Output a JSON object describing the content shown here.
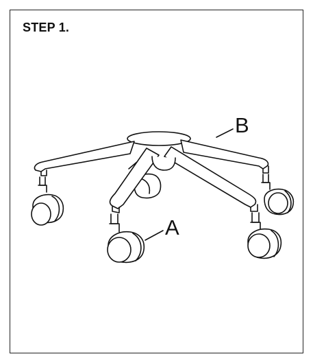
{
  "step": {
    "title": "STEP 1."
  },
  "labels": {
    "base": "B",
    "caster": "A"
  },
  "colors": {
    "line": "#111111",
    "paper": "#ffffff",
    "frame": "#222222"
  }
}
